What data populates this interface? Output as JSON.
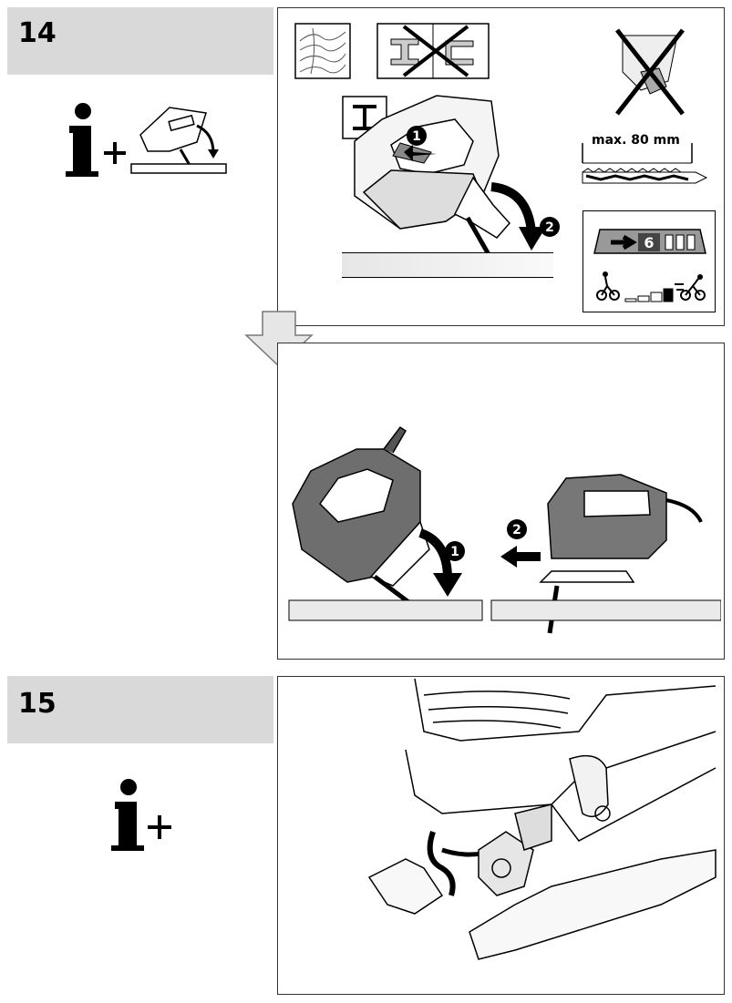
{
  "step14": {
    "number": "14",
    "max_length_label": "max. 80 mm",
    "speed_setting": "6",
    "callout_1": "1",
    "callout_2": "2"
  },
  "step15": {
    "number": "15"
  },
  "icons": {
    "info": "info-plus-icon",
    "wood": "wood-material-icon",
    "metal": "metal-profile-crossed-icon",
    "blade": "i-blade-icon",
    "no_hand": "no-hand-support-icon",
    "speed": "speed-dial-icon"
  }
}
